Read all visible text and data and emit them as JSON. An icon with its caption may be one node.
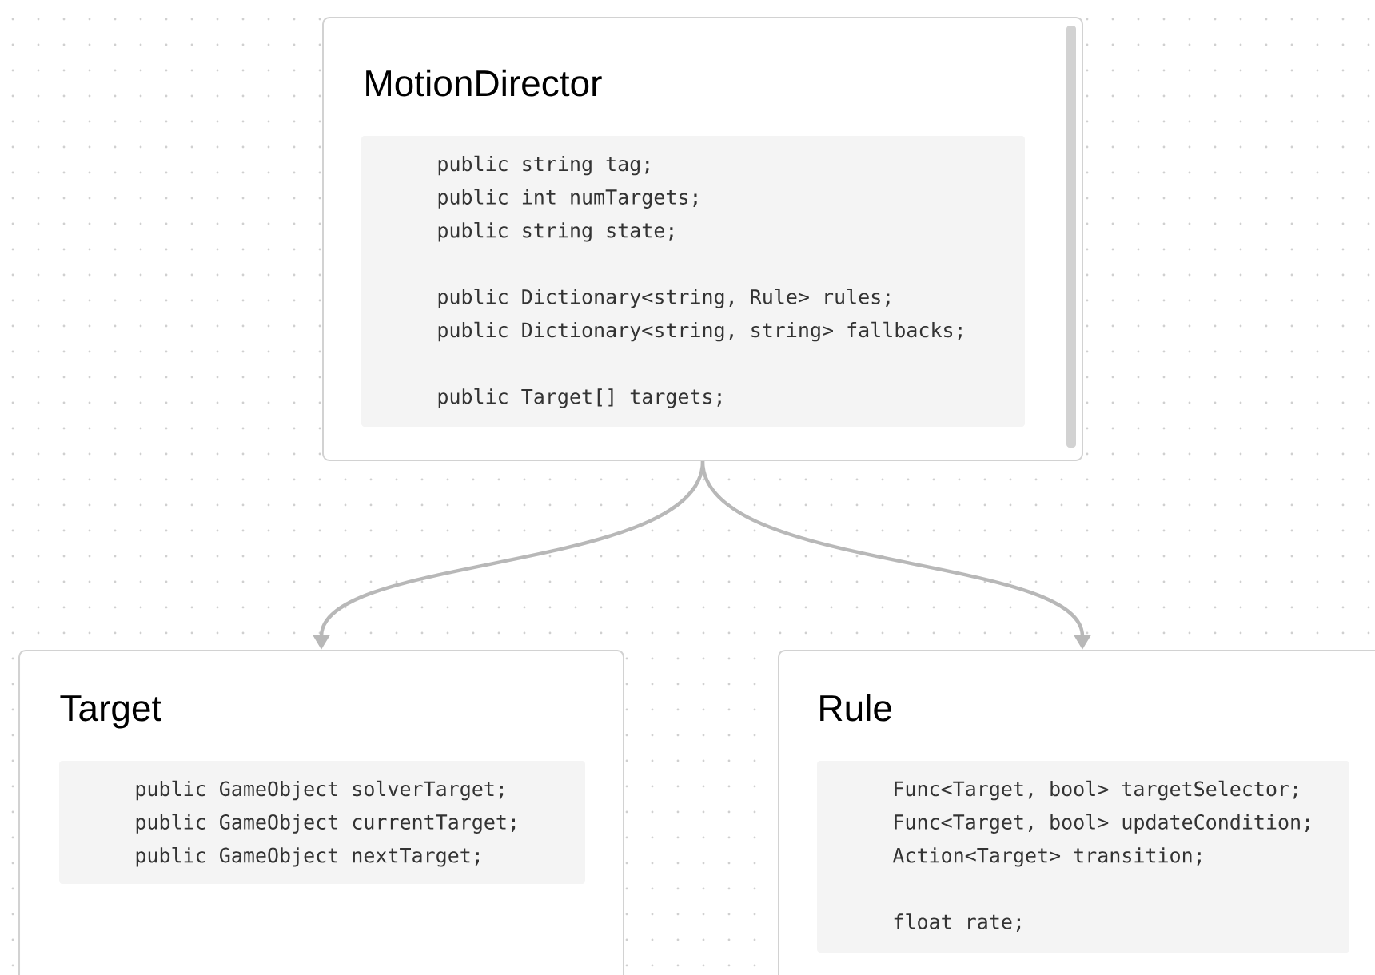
{
  "diagram": {
    "nodes": [
      {
        "text": [
          "MotionDirector"
        ]
      },
      {
        "text": [
          "public string tag;",
          "public int numTargets;",
          "public string state;",
          "public Dictionary<string, Rule> rules;",
          "public Dictionary<string, string> fallbacks;",
          "public Target[] targets;"
        ],
        "in": 0
      },
      {
        "text": [
          "Target"
        ]
      },
      {
        "text": [
          "public GameObject solverTarget;",
          "public GameObject currentTarget;",
          "public GameObject nextTarget;"
        ],
        "in": 2
      },
      {
        "text": [
          "Rule"
        ]
      },
      {
        "text": [
          "Func<Target, bool> targetSelector;",
          "Func<Target, bool> updateCondition;",
          "Action<Target> transition;",
          "float rate;"
        ],
        "in": 4
      }
    ],
    "edges": [
      {
        "from": 0,
        "to": 2,
        "arrow": "to"
      },
      {
        "from": 0,
        "to": 4,
        "arrow": "to"
      }
    ]
  }
}
